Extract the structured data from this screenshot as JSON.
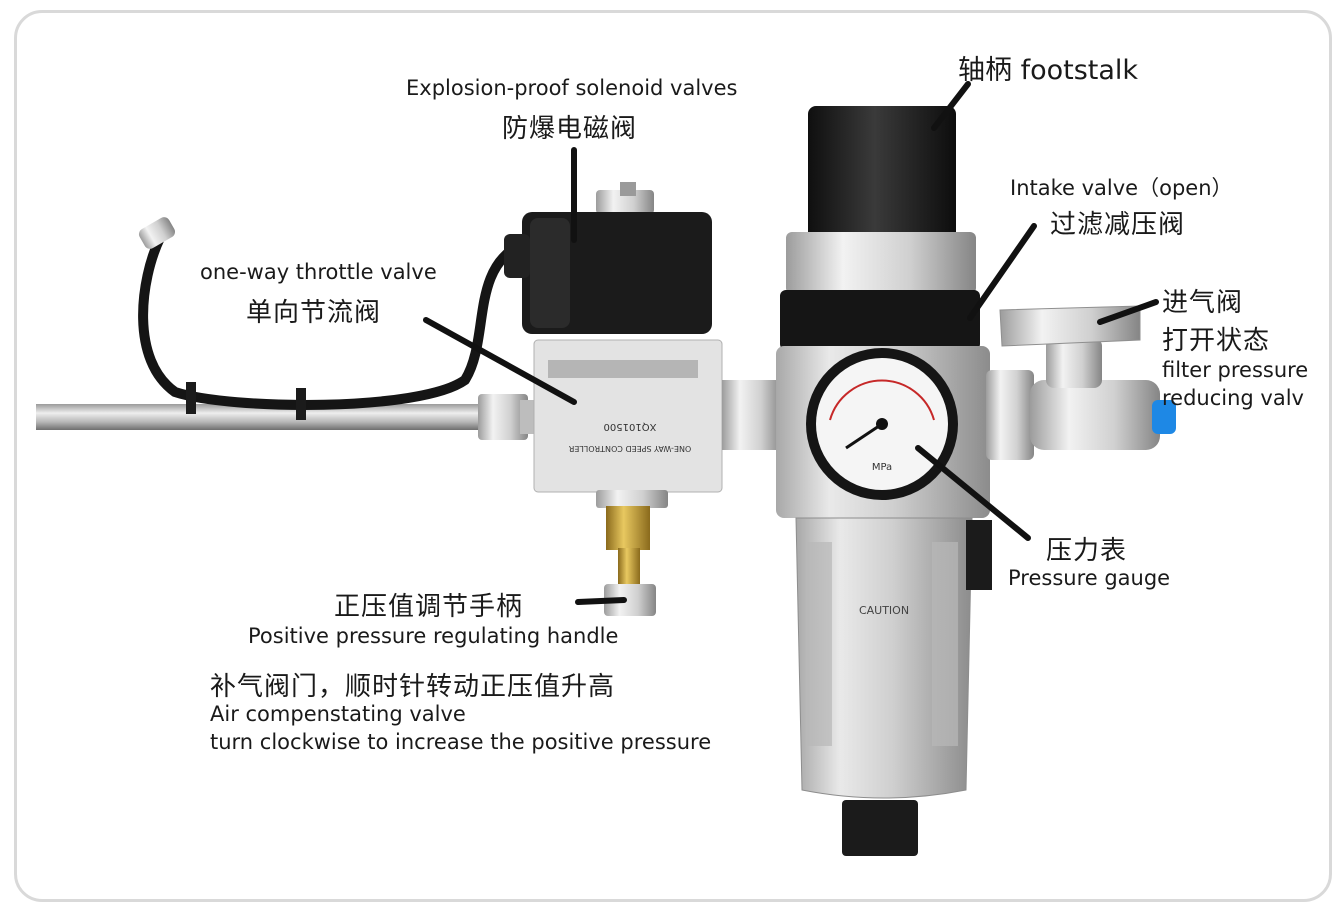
{
  "labels": {
    "footstalk_cn": "轴柄",
    "footstalk_en": "footstalk",
    "solenoid_en": "Explosion-proof solenoid valves",
    "solenoid_cn": "防爆电磁阀",
    "intake_en": "Intake valve（open）",
    "intake_cn": "过滤减压阀",
    "throttle_en": "one-way throttle valve",
    "throttle_cn": "单向节流阀",
    "inlet_cn_1": "进气阀",
    "inlet_cn_2": "打开状态",
    "filter_en_1": "filter pressure",
    "filter_en_2": "reducing valv",
    "gauge_cn": "压力表",
    "gauge_en": "Pressure gauge",
    "handle_cn": "正压值调节手柄",
    "handle_en": "Positive pressure regulating handle",
    "air_cn": "补气阀门，顺时针转动正压值升高",
    "air_en_1": "Air compenstating valve",
    "air_en_2": "turn clockwise to increase the positive pressure"
  },
  "device_markings": {
    "controller_model": "XQ101500",
    "controller_name": "ONE-WAY SPEED CONTROLLER",
    "gauge_units": "MPa",
    "bowl_warning": "CAUTION"
  },
  "colors": {
    "frame_border": "#d9d9d9",
    "pointer_line": "#111111",
    "metal_light": "#d8d8d8",
    "metal_dark": "#8a8a8a",
    "brass": "#c9a33a",
    "black_part": "#1b1b1b"
  }
}
